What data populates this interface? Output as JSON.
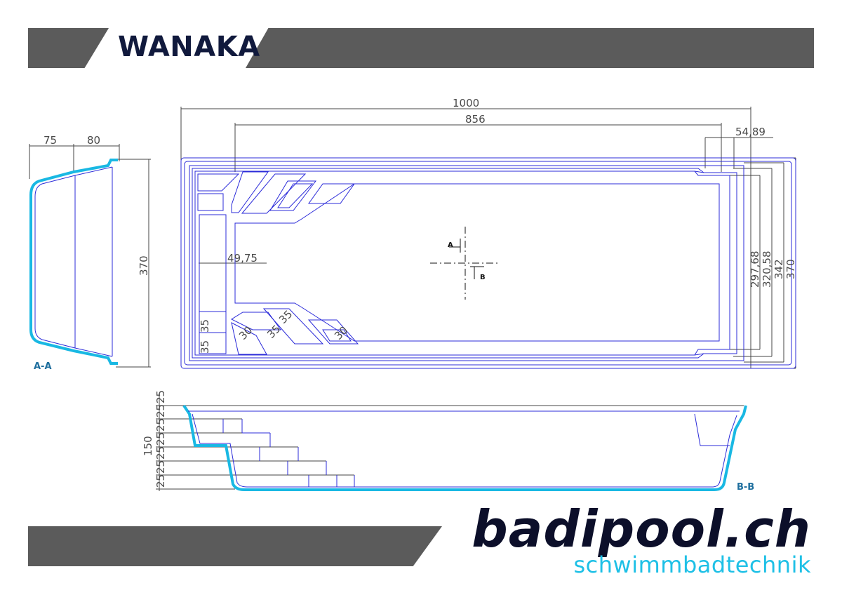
{
  "header": {
    "title": "WANAKA"
  },
  "section_a": {
    "label": "A-A",
    "dim_top_left": "75",
    "dim_top_right": "80",
    "dim_height": "370"
  },
  "plan": {
    "dim_total_length": "1000",
    "dim_inner_length": "856",
    "dim_end_offset": "54,89",
    "dim_bench": "49,75",
    "dim_width_1": "297,68",
    "dim_width_2": "320,58",
    "dim_width_3": "342",
    "dim_width_4": "370",
    "step_dims": [
      "35",
      "35",
      "30",
      "35",
      "35",
      "30"
    ],
    "marker_a": "A",
    "marker_b": "B"
  },
  "section_b": {
    "label": "B-B",
    "dim_depth": "150",
    "step_dims": [
      "25",
      "25",
      "25",
      "25",
      "25",
      "25",
      "25"
    ]
  },
  "footer": {
    "brand": "badipool.ch",
    "tagline": "schwimmbadtechnik"
  },
  "colors": {
    "bar": "#5b5b5b",
    "title": "#111a3d",
    "lines": "#2b2bd9",
    "shell": "#19b8e3",
    "brand": "#0c0f2a",
    "tagline": "#1ec0e6"
  }
}
